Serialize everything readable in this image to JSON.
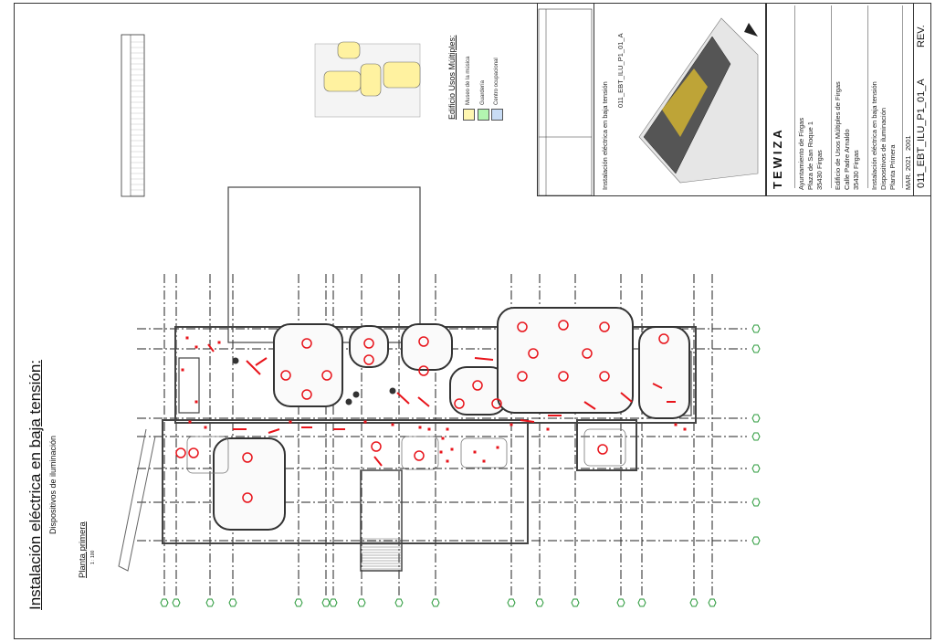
{
  "drawing": {
    "title": "Instalación eléctrica en baja tensión:",
    "subtitle": "Dispositivos de iluminación",
    "view_name": "Planta primera",
    "scale": "1 : 100"
  },
  "legend": {
    "title": "Edificio Usos Múltiples:",
    "items": [
      {
        "label": "Museo de la música",
        "color": "#fff7b0"
      },
      {
        "label": "Guardería",
        "color": "#b2f5b0"
      },
      {
        "label": "Centro ocupacional",
        "color": "#c8dcf5"
      }
    ]
  },
  "sheet_panel": {
    "plan_name": "Instalación eléctrica en baja tensión",
    "plan_code": "011_EBT_ILU_P1_01_A"
  },
  "title_block": {
    "logo": "TEWIZA",
    "client": [
      "Ayuntamiento de Firgas",
      "Plaza de San Roque 1",
      "35430 Firgas"
    ],
    "project": [
      "Edificio de Usos Múltiples de Firgas",
      "Calle Padre Arnaldo",
      "35430 Firgas"
    ],
    "plan": [
      "Instalación eléctrica en baja tensión",
      "Dispositivos de iluminación",
      "Planta Primera"
    ],
    "date": "MAR. 2021",
    "project_number": "2001",
    "sheet_code": "011_EBT_ILU_P1_01_A",
    "revision": "REV."
  },
  "colors": {
    "fixture": "#e8141b",
    "grid_marker": "#2a9a3a",
    "wall": "#444444"
  }
}
